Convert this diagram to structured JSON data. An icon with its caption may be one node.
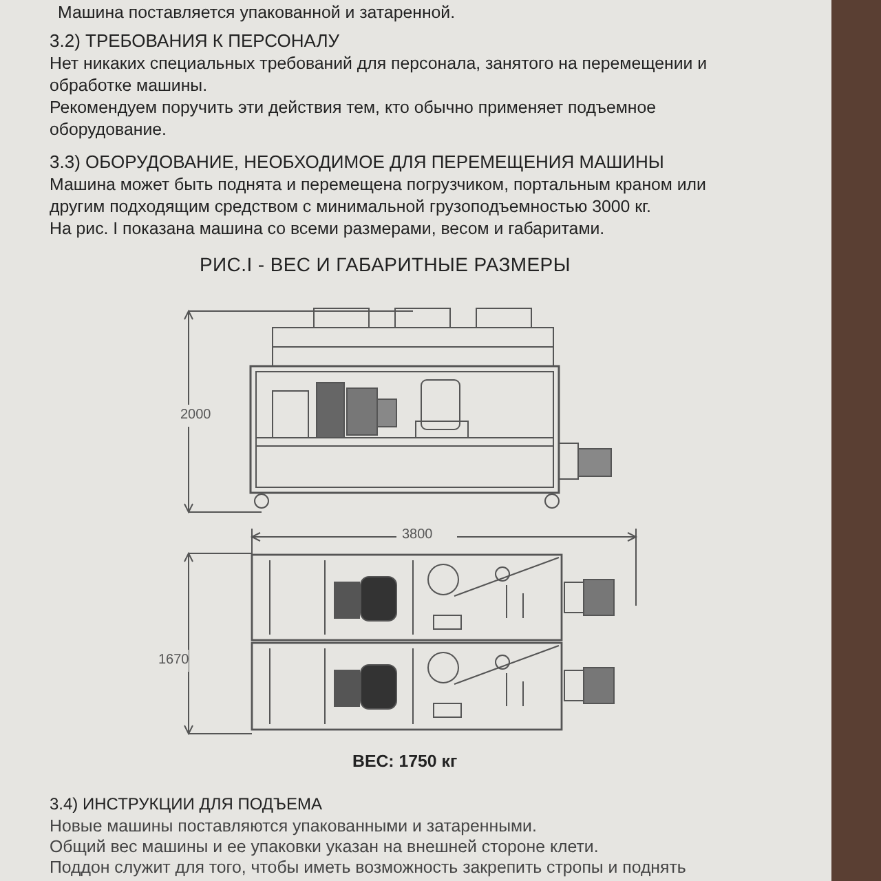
{
  "diagram": {
    "title": "РИС.I - ВЕС И ГАБАРИТНЫЕ РАЗМЕРЫ",
    "labels": [
      "Машина поставляется упакованной и затаренной.",
      "3.2) ТРЕБОВАНИЯ К ПЕРСОНАЛУ",
      "Нет никаких специальных требований для персонала, занятого на перемещении и обработке машины.",
      "Рекомендуем поручить эти действия тем, кто обычно применяет подъемное оборудование.",
      "3.3) ОБОРУДОВАНИЕ, НЕОБХОДИМОЕ ДЛЯ ПЕРЕМЕЩЕНИЯ МАШИНЫ",
      "Машина может быть поднята и перемещена погрузчиком, портальным краном или другим подходящим средством с минимальной грузоподъемностью 3000 кг.",
      "На рис. I показана машина со всеми размерами, весом и габаритами.",
      "2000",
      "3800",
      "1670",
      "ВЕС: 1750 кг",
      "3.4) ИНСТРУКЦИИ ДЛЯ ПОДЪЕМА",
      "Новые машины поставляются упакованными и затаренными.",
      "Общий вес машины и ее упаковки указан на внешней стороне клети.",
      "Поддон служит для того, чтобы иметь возможность закрепить стропы и поднять"
    ]
  }
}
